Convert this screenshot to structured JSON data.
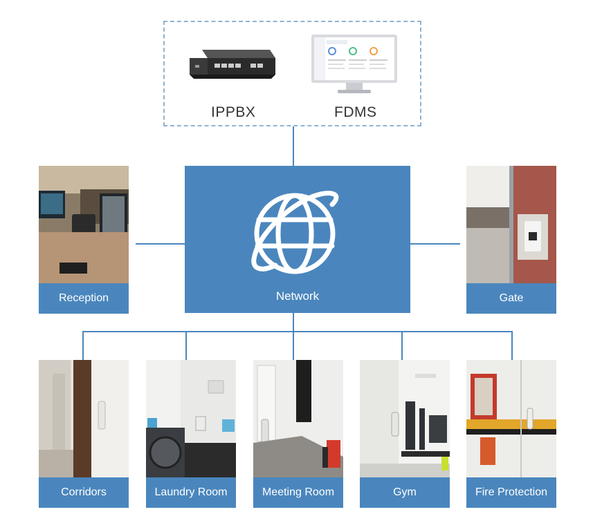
{
  "servers": {
    "ippbx_label": "IPPBX",
    "fdms_label": "FDMS"
  },
  "network": {
    "label": "Network"
  },
  "side_locations": {
    "left": {
      "label": "Reception"
    },
    "right": {
      "label": "Gate"
    }
  },
  "locations": [
    {
      "label": "Corridors"
    },
    {
      "label": "Laundry Room"
    },
    {
      "label": "Meeting Room"
    },
    {
      "label": "Gym"
    },
    {
      "label": "Fire Protection"
    }
  ],
  "colors": {
    "accent": "#4a86bd",
    "dashed_border": "#8fb3d3"
  }
}
